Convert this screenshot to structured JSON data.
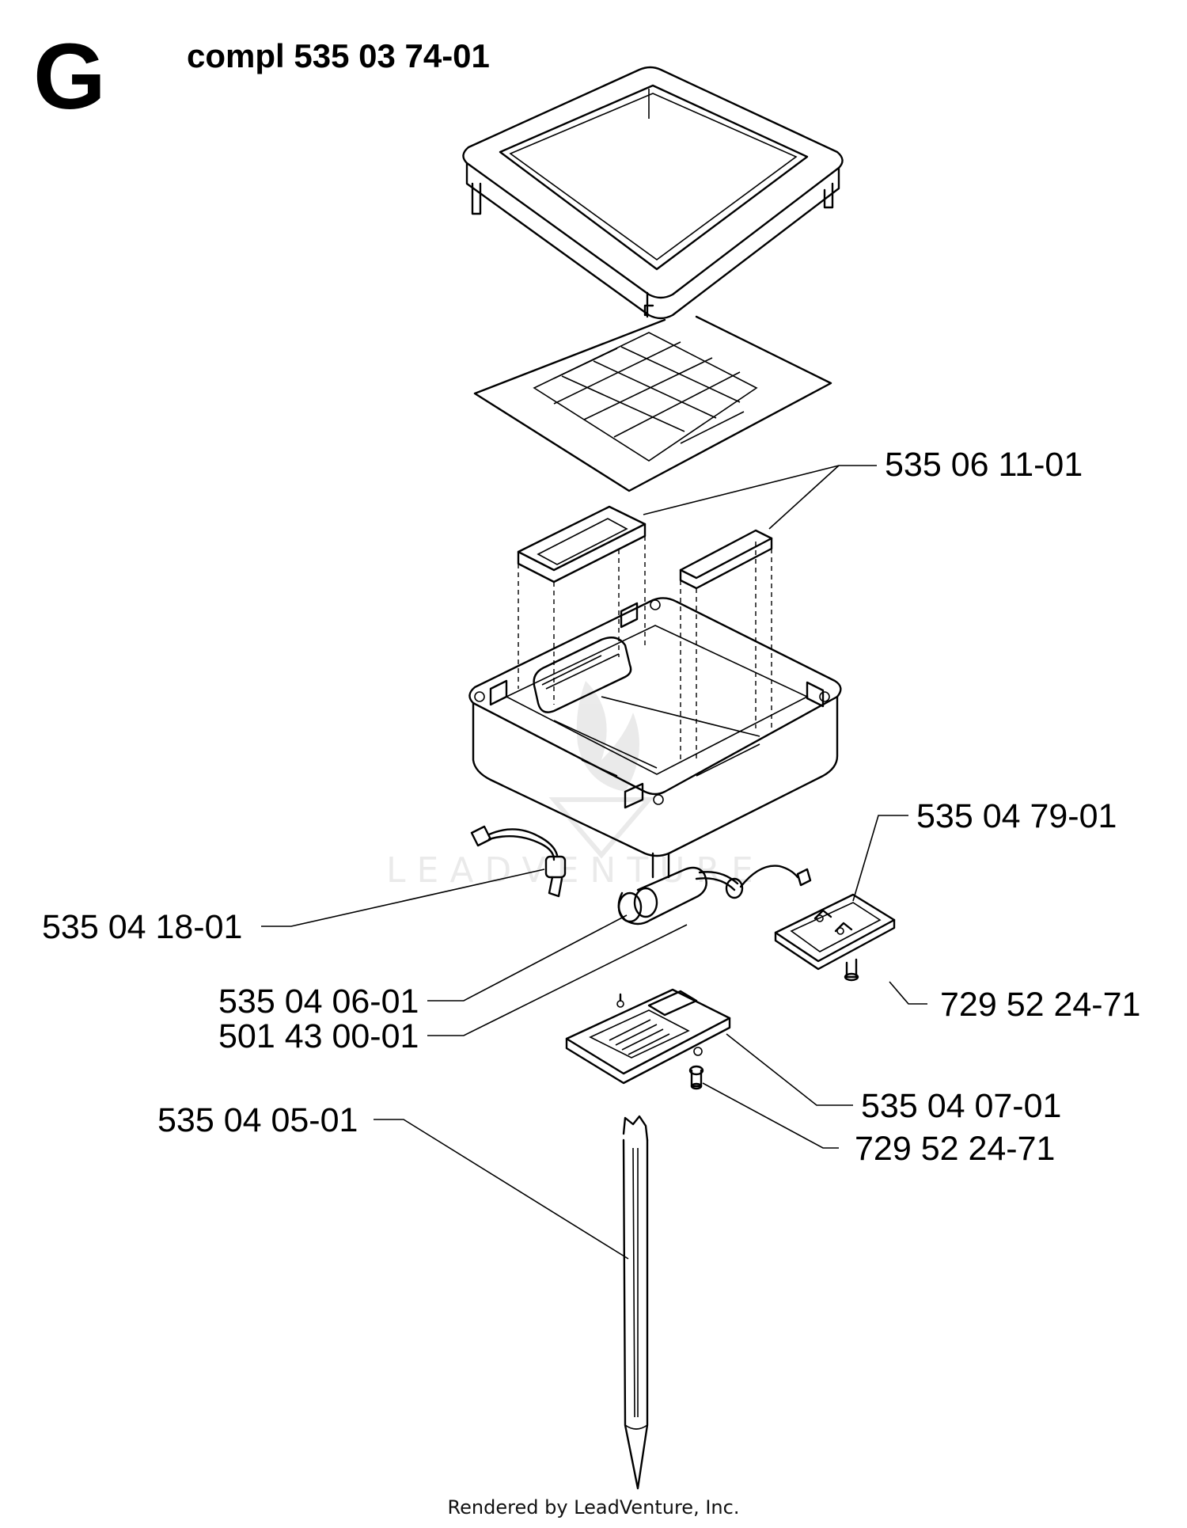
{
  "header": {
    "section_letter": "G",
    "assembly_title": "compl 535 03 74-01"
  },
  "parts": {
    "filter_pads": "535 06 11-01",
    "cover_plate": "535 04 79-01",
    "cable_switch": "535 04 18-01",
    "screw_right": "729 52 24-71",
    "battery_pack": "535 04 06-01",
    "cable_assy": "501 43 00-01",
    "terminal_plate": "535 04 07-01",
    "stake": "535 04 05-01",
    "screw_lower": "729 52 24-71"
  },
  "footer": {
    "credit": "Rendered by LeadVenture, Inc."
  }
}
